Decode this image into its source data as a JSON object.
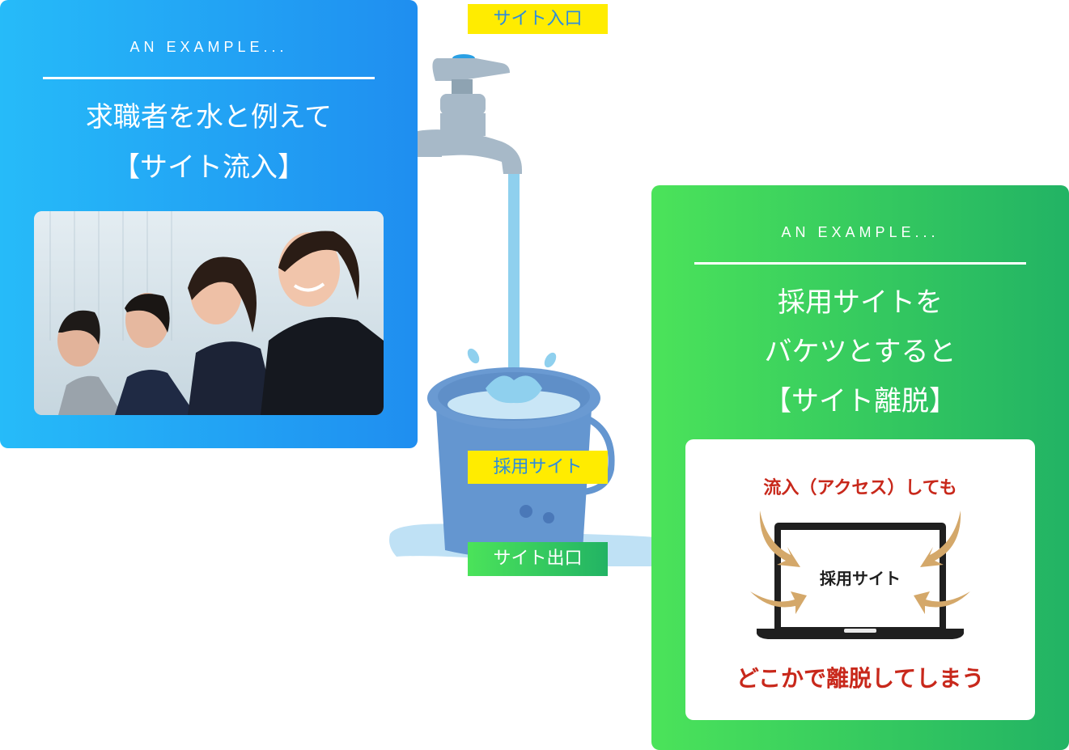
{
  "left_card": {
    "eyebrow": "AN EXAMPLE...",
    "headline_line1": "求職者を水と例えて",
    "headline_line2": "【サイト流入】",
    "image_alt": "business-people-looking-up-photo"
  },
  "faucet_label": "サイト入口",
  "bucket_label": "採用サイト",
  "outlet_label": "サイト出口",
  "right_card": {
    "eyebrow": "AN EXAMPLE...",
    "headline_line1": "採用サイトを",
    "headline_line2": "バケツとすると",
    "headline_line3": "【サイト離脱】",
    "inner": {
      "top_text": "流入（アクセス）しても",
      "screen_text": "採用サイト",
      "bottom_text": "どこかで離脱してしまう"
    }
  },
  "colors": {
    "blue_start": "#26bbf9",
    "blue_end": "#1f8ef0",
    "green_start": "#4be35a",
    "green_end": "#22b364",
    "label_yellow": "#ffec00",
    "label_blue_text": "#2a8be0",
    "red_text": "#c8281b",
    "arrow_tan": "#d4a86a",
    "bucket_blue": "#6496d0",
    "water": "#8fd0ee",
    "faucet_gray": "#a7b9c8"
  }
}
